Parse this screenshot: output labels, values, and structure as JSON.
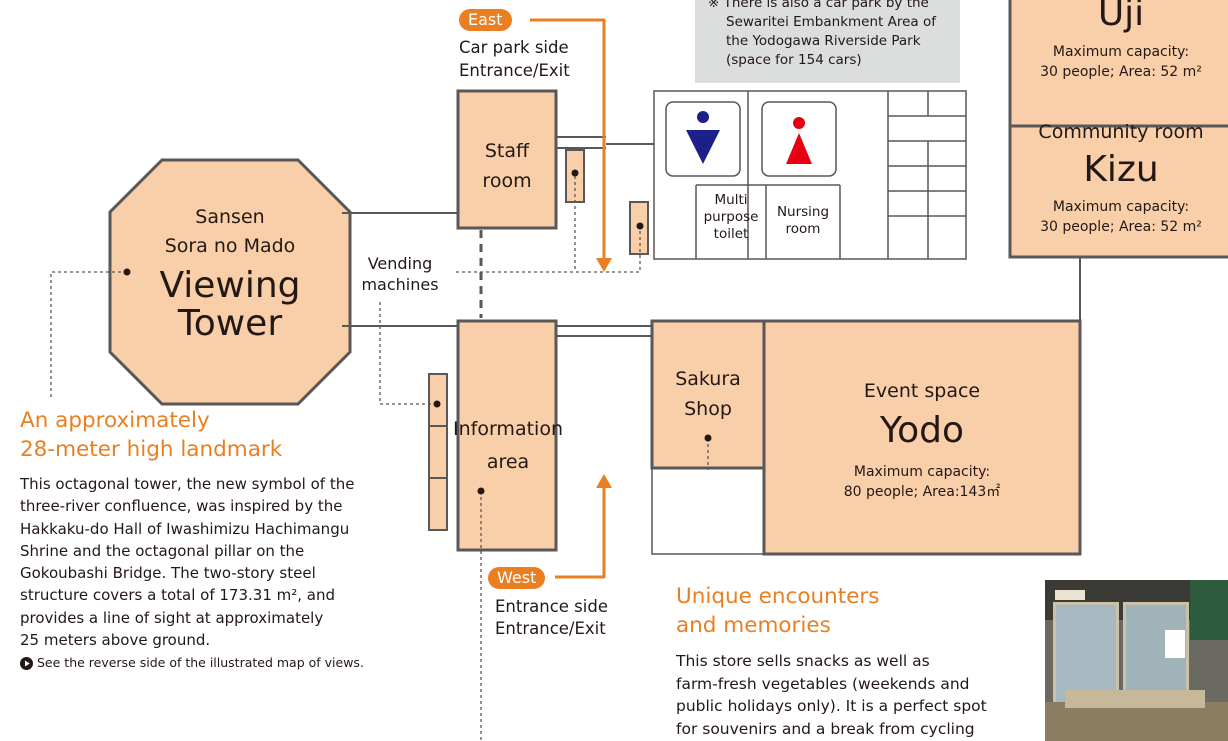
{
  "colors": {
    "room_fill": "#f9cfa9",
    "accent": "#ea7f22",
    "line": "#595757",
    "note_bg": "#dcdddd"
  },
  "note": {
    "line1": "※ There is also a car park by the",
    "line2": "Sewaritei Embankment Area of",
    "line3": "the Yodogawa Riverside Park",
    "line4": "(space for 154 cars)"
  },
  "east": {
    "label": "East",
    "line1": "Car park side",
    "line2": "Entrance/Exit"
  },
  "west": {
    "label": "West",
    "line1": "Entrance side",
    "line2": "Entrance/Exit"
  },
  "tower": {
    "line1": "Sansen",
    "line2": "Sora no Mado",
    "line3": "Viewing",
    "line4": "Tower"
  },
  "staff": {
    "line1": "Staff",
    "line2": "room"
  },
  "vending": {
    "line1": "Vending",
    "line2": "machines"
  },
  "info": {
    "line1": "Information",
    "line2": "area"
  },
  "toilets": {
    "multi1": "Multi",
    "multi2": "purpose",
    "multi3": "toilet",
    "nursing1": "Nursing",
    "nursing2": "room"
  },
  "uji": {
    "name": "Uji",
    "cap1": "Maximum capacity:",
    "cap2": "30 people; Area: 52 m²"
  },
  "kizu": {
    "title": "Community room",
    "name": "Kizu",
    "cap1": "Maximum capacity:",
    "cap2": "30 people; Area: 52 m²"
  },
  "sakura": {
    "line1": "Sakura",
    "line2": "Shop"
  },
  "yodo": {
    "title": "Event space",
    "name": "Yodo",
    "cap1": "Maximum capacity:",
    "cap2": "80 people; Area:143㎡"
  },
  "landmark": {
    "head1": "An approximately",
    "head2": "28-meter high landmark",
    "p1": "This octagonal tower, the new symbol of the",
    "p2": "three-river confluence, was inspired by the",
    "p3": "Hakkaku-do Hall of Iwashimizu Hachimangu",
    "p4": "Shrine and the octagonal pillar on the",
    "p5": "Gokoubashi Bridge. The two-story steel",
    "p6": "structure covers a total of 173.31 m², and",
    "p7": "provides a line of sight at approximately",
    "p8": "25 meters above ground.",
    "ref": "See the reverse side of the illustrated map of views."
  },
  "encounters": {
    "head1": "Unique encounters",
    "head2": "and memories",
    "p1": "This store sells snacks as well as",
    "p2": "farm-fresh vegetables (weekends and",
    "p3": "public holidays only). It is a perfect spot",
    "p4": "for souvenirs and a break from cycling"
  }
}
